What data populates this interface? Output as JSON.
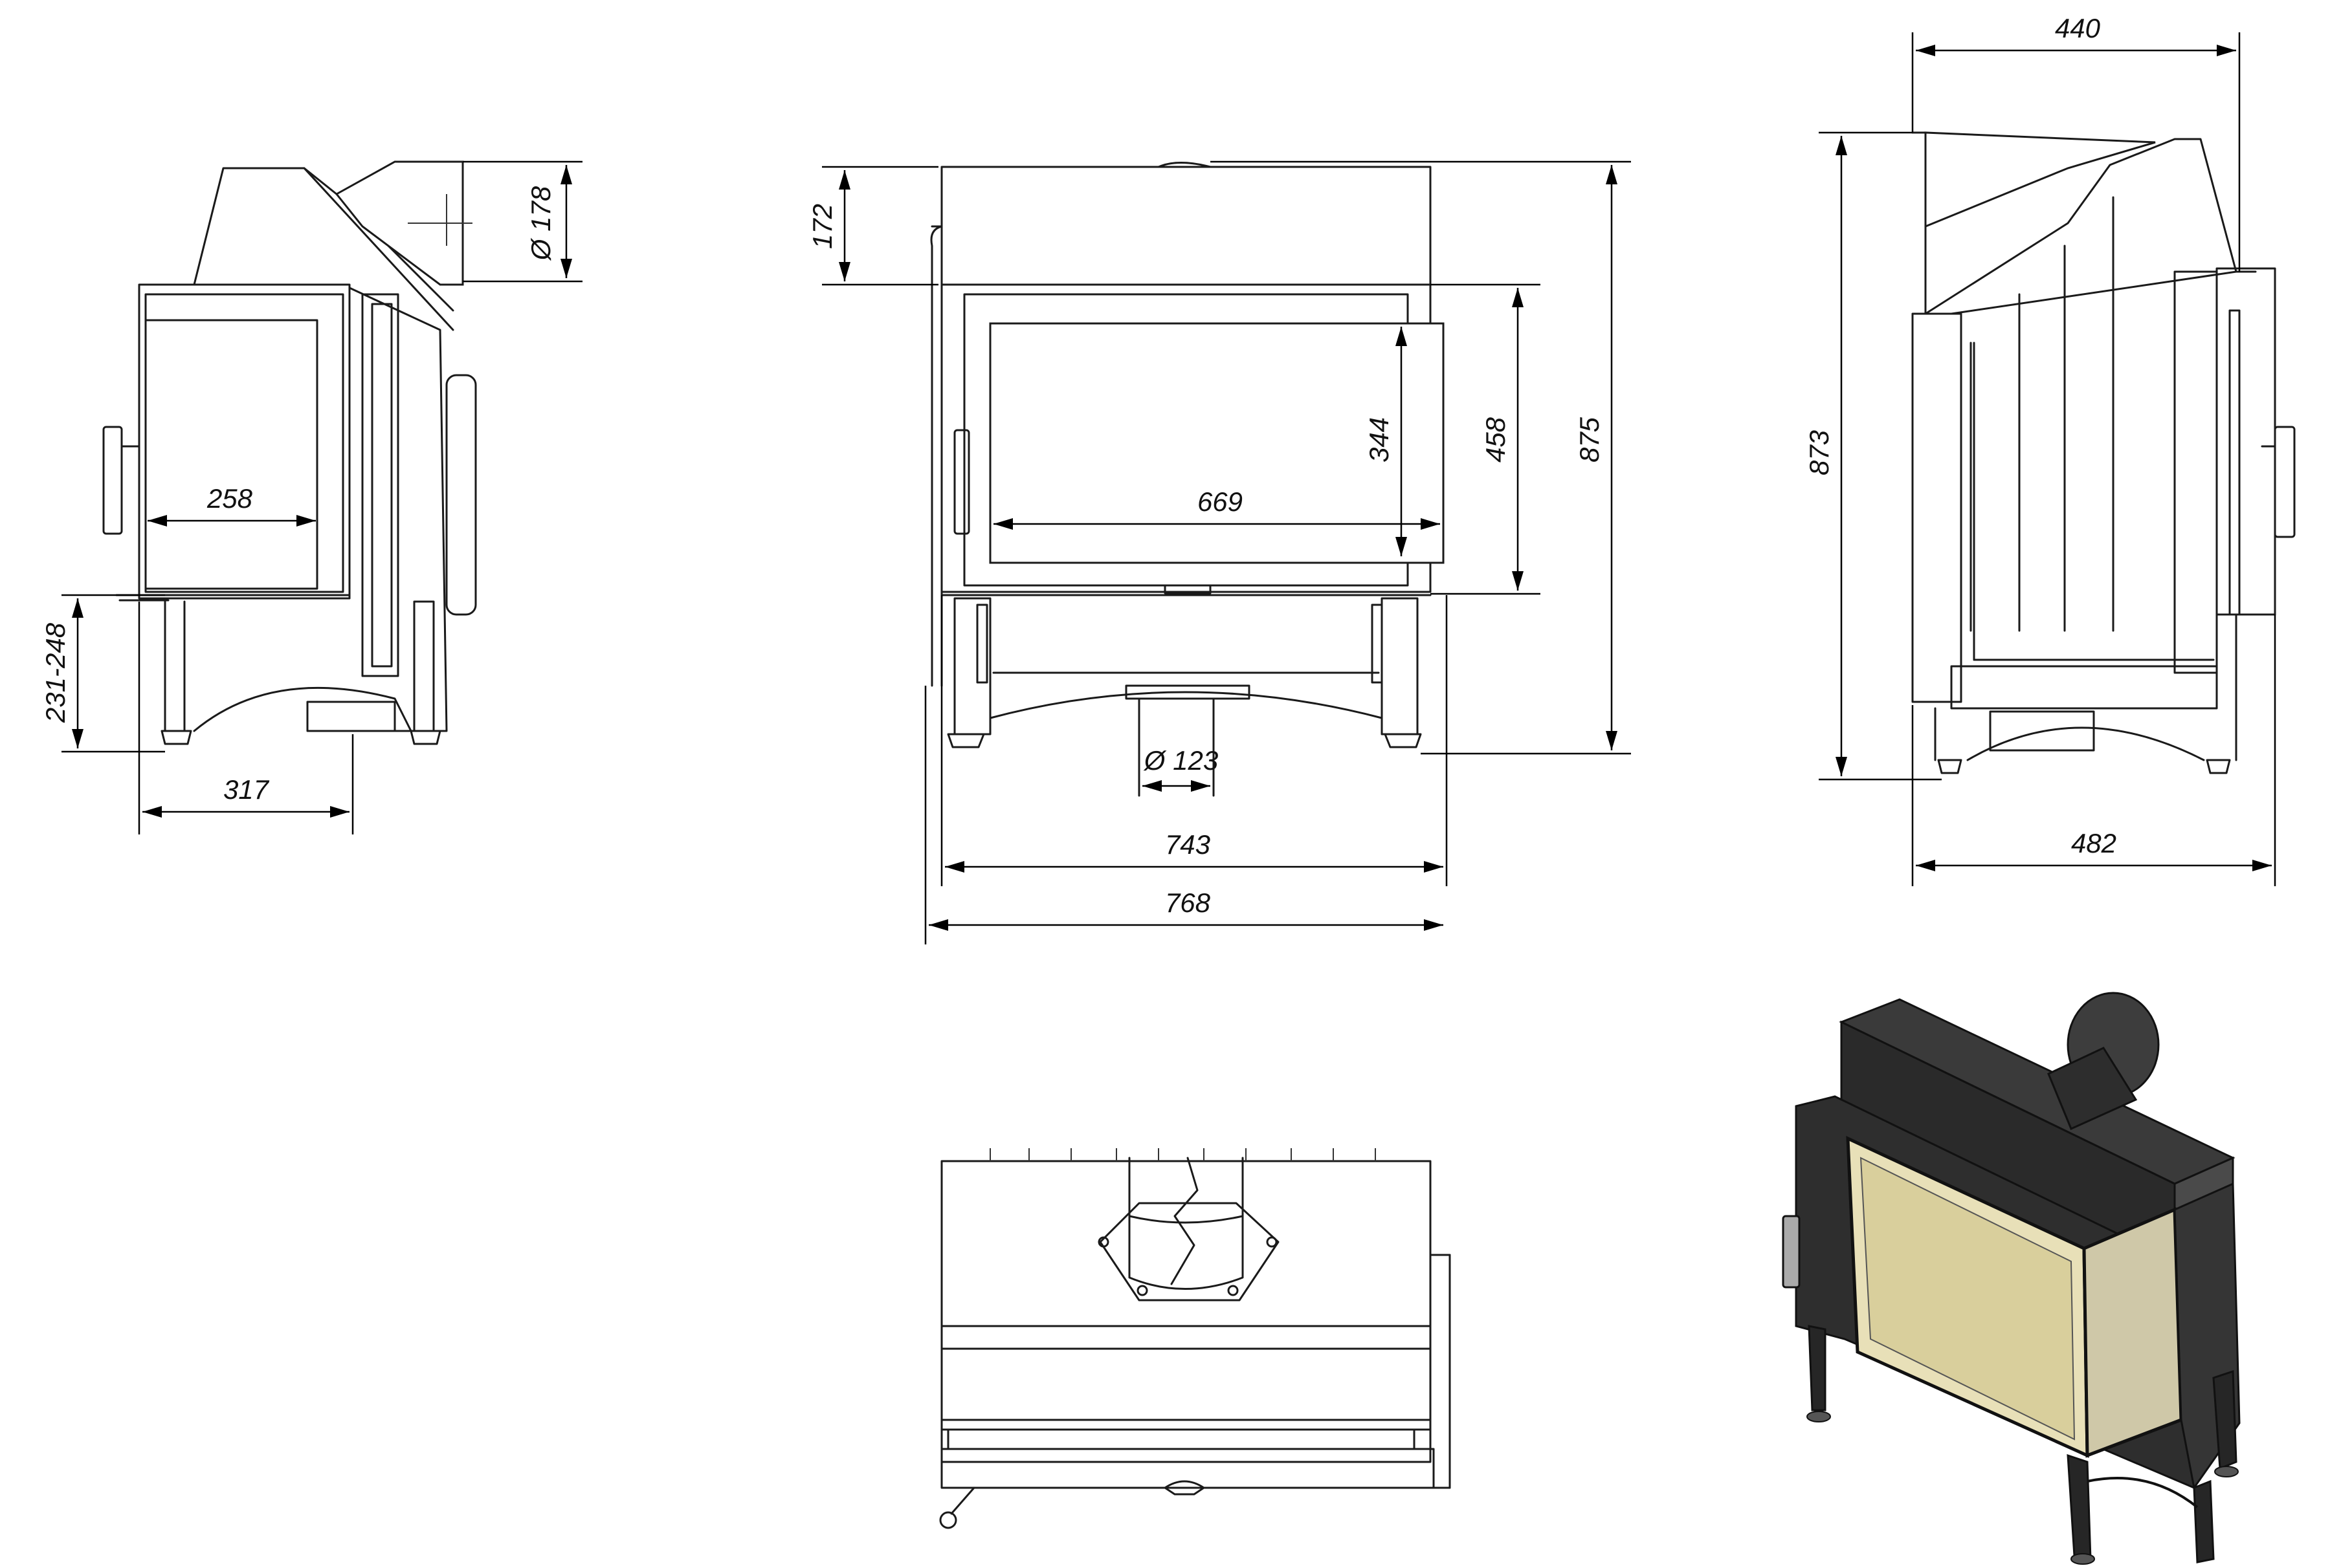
{
  "dimensions": {
    "side_left": {
      "flue_diameter": "Ø 178",
      "glass_width": "258",
      "leg_height": "231-248",
      "depth": "317"
    },
    "front": {
      "top_height": "172",
      "glass_height": "344",
      "door_height": "458",
      "total_height": "875",
      "glass_width": "669",
      "air_inlet": "Ø 123",
      "width_body": "743",
      "width_total": "768"
    },
    "side_right": {
      "top_depth": "440",
      "total_height": "873",
      "total_depth": "482"
    }
  },
  "colors": {
    "line": "#1a1a1a",
    "glass": "#e8e0b8",
    "body_dark": "#2a2a2a"
  }
}
